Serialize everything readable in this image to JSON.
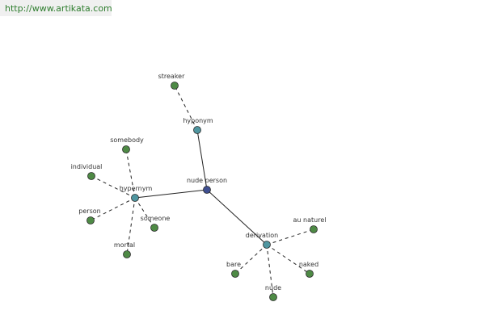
{
  "header": {
    "url": "http://www.artikata.com"
  },
  "colors": {
    "center_node": "#3f4f91",
    "relation_node": "#4f96a0",
    "term_node": "#4e8a45",
    "edge": "#222222",
    "url_text": "#2e7d2e"
  },
  "graph": {
    "nodes": [
      {
        "id": "nude_person",
        "label": "nude person",
        "kind": "center"
      },
      {
        "id": "hyponym",
        "label": "hyponym",
        "kind": "relation"
      },
      {
        "id": "hypernym",
        "label": "hypernym",
        "kind": "relation"
      },
      {
        "id": "derivation",
        "label": "derivation",
        "kind": "relation"
      },
      {
        "id": "streaker",
        "label": "streaker",
        "kind": "term"
      },
      {
        "id": "somebody",
        "label": "somebody",
        "kind": "term"
      },
      {
        "id": "individual",
        "label": "individual",
        "kind": "term"
      },
      {
        "id": "person",
        "label": "person",
        "kind": "term"
      },
      {
        "id": "someone",
        "label": "someone",
        "kind": "term"
      },
      {
        "id": "mortal",
        "label": "mortal",
        "kind": "term"
      },
      {
        "id": "au_naturel",
        "label": "au naturel",
        "kind": "term"
      },
      {
        "id": "bare",
        "label": "bare",
        "kind": "term"
      },
      {
        "id": "naked",
        "label": "naked",
        "kind": "term"
      },
      {
        "id": "nude",
        "label": "nude",
        "kind": "term"
      }
    ],
    "edges": [
      {
        "from": "nude_person",
        "to": "hyponym",
        "style": "solid"
      },
      {
        "from": "nude_person",
        "to": "hypernym",
        "style": "solid"
      },
      {
        "from": "nude_person",
        "to": "derivation",
        "style": "solid"
      },
      {
        "from": "hyponym",
        "to": "streaker",
        "style": "dashed"
      },
      {
        "from": "hypernym",
        "to": "somebody",
        "style": "dashed"
      },
      {
        "from": "hypernym",
        "to": "individual",
        "style": "dashed"
      },
      {
        "from": "hypernym",
        "to": "person",
        "style": "dashed"
      },
      {
        "from": "hypernym",
        "to": "someone",
        "style": "dashed"
      },
      {
        "from": "hypernym",
        "to": "mortal",
        "style": "dashed"
      },
      {
        "from": "derivation",
        "to": "au_naturel",
        "style": "dashed"
      },
      {
        "from": "derivation",
        "to": "bare",
        "style": "dashed"
      },
      {
        "from": "derivation",
        "to": "naked",
        "style": "dashed"
      },
      {
        "from": "derivation",
        "to": "nude",
        "style": "dashed"
      }
    ]
  }
}
